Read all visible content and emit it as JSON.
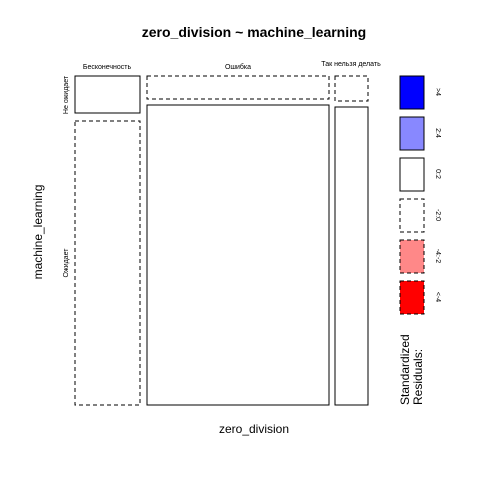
{
  "chart_data": {
    "type": "mosaic",
    "title": "zero_division ~ machine_learning",
    "xlabel": "zero_division",
    "ylabel": "machine_learning",
    "x_categories": [
      "Бесконечность",
      "Ошибка",
      "Так нельзя делать"
    ],
    "y_categories": [
      "Не ожидает",
      "Ожидает"
    ],
    "cells": [
      {
        "x": "Бесконечность",
        "y": "Не ожидает",
        "residual_class": "0:2"
      },
      {
        "x": "Бесконечность",
        "y": "Ожидает",
        "residual_class": "-2:0"
      },
      {
        "x": "Ошибка",
        "y": "Не ожидает",
        "residual_class": "-2:0"
      },
      {
        "x": "Ошибка",
        "y": "Ожидает",
        "residual_class": "0:2"
      },
      {
        "x": "Так нельзя делать",
        "y": "Не ожидает",
        "residual_class": "-2:0"
      },
      {
        "x": "Так нельзя делать",
        "y": "Ожидает",
        "residual_class": "0:2"
      }
    ],
    "legend": {
      "title_line1": "Standardized",
      "title_line2": "Residuals:",
      "placement": "right",
      "items": [
        {
          "label": ">4",
          "fill": "#0000ff",
          "dashed": false
        },
        {
          "label": "2:4",
          "fill": "#8888ff",
          "dashed": false
        },
        {
          "label": "0:2",
          "fill": "#ffffff",
          "dashed": false
        },
        {
          "label": "-2:0",
          "fill": "#ffffff",
          "dashed": true
        },
        {
          "label": "-4:-2",
          "fill": "#ff8888",
          "dashed": true
        },
        {
          "label": "<-4",
          "fill": "#ff0000",
          "dashed": true
        }
      ]
    }
  }
}
